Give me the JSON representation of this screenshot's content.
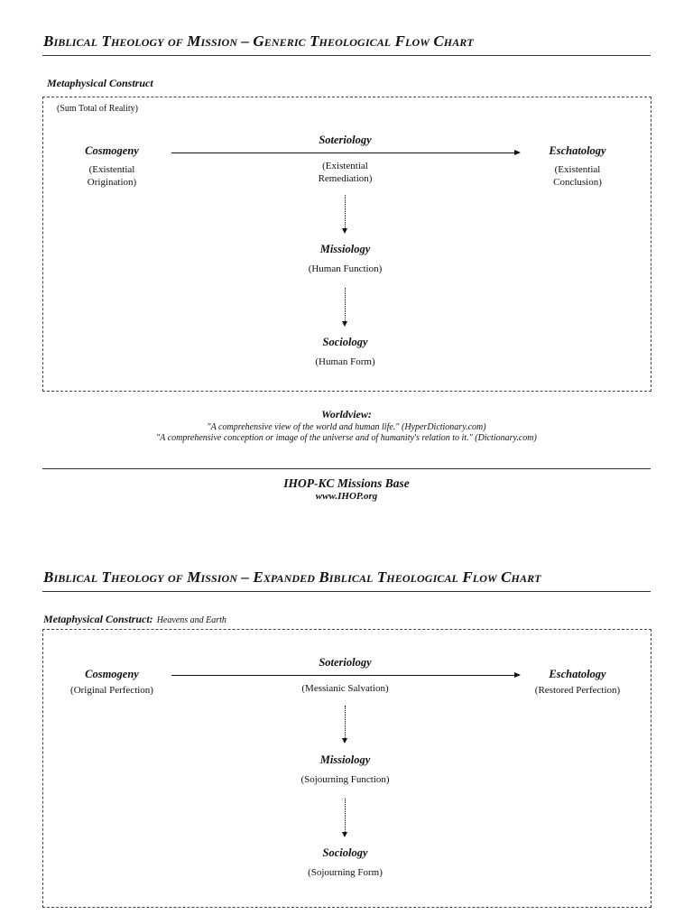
{
  "section1": {
    "title": "Biblical Theology of Mission – Generic Theological Flow Chart",
    "construct_label": "Metaphysical Construct",
    "construct_note": "(Sum Total of Reality)",
    "cosmogeny": {
      "name": "Cosmogeny",
      "desc1": "(Existential",
      "desc2": "Origination)"
    },
    "soteriology": {
      "name": "Soteriology",
      "desc1": "(Existential",
      "desc2": "Remediation)"
    },
    "eschatology": {
      "name": "Eschatology",
      "desc1": "(Existential",
      "desc2": "Conclusion)"
    },
    "missiology": {
      "name": "Missiology",
      "desc": "(Human Function)"
    },
    "sociology": {
      "name": "Sociology",
      "desc": "(Human Form)"
    },
    "worldview": {
      "title": "Worldview:",
      "line1": "\"A comprehensive view of the world and human life.\" (HyperDictionary.com)",
      "line2": "\"A comprehensive conception or image of the universe and of humanity's relation to it.\" (Dictionary.com)"
    }
  },
  "footer": {
    "org": "IHOP-KC Missions Base",
    "url": "www.IHOP.org"
  },
  "section2": {
    "title": "Biblical Theology of Mission – Expanded Biblical Theological Flow Chart",
    "construct_label": "Metaphysical Construct:",
    "construct_value": "Heavens and Earth",
    "cosmogeny": {
      "name": "Cosmogeny",
      "desc": "(Original Perfection)"
    },
    "soteriology": {
      "name": "Soteriology",
      "desc": "(Messianic Salvation)"
    },
    "eschatology": {
      "name": "Eschatology",
      "desc": "(Restored Perfection)"
    },
    "missiology": {
      "name": "Missiology",
      "desc": "(Sojourning Function)"
    },
    "sociology": {
      "name": "Sociology",
      "desc": "(Sojourning Form)"
    }
  }
}
